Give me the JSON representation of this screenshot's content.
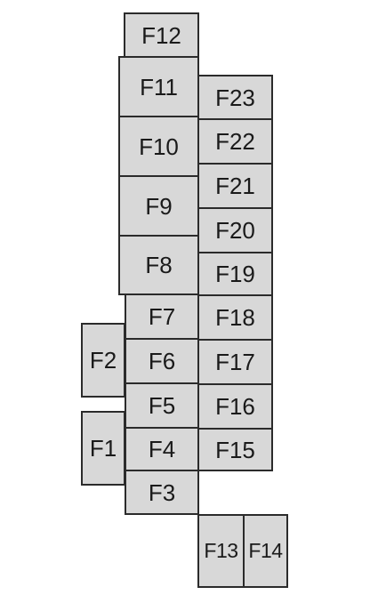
{
  "fuses": {
    "f1": "F1",
    "f2": "F2",
    "f3": "F3",
    "f4": "F4",
    "f5": "F5",
    "f6": "F6",
    "f7": "F7",
    "f8": "F8",
    "f9": "F9",
    "f10": "F10",
    "f11": "F11",
    "f12": "F12",
    "f13": "F13",
    "f14": "F14",
    "f15": "F15",
    "f16": "F16",
    "f17": "F17",
    "f18": "F18",
    "f19": "F19",
    "f20": "F20",
    "f21": "F21",
    "f22": "F22",
    "f23": "F23"
  },
  "colors": {
    "fill": "#d8d8d8",
    "stroke": "#2b2b2b",
    "text": "#1a1a1a",
    "background": "#ffffff"
  }
}
